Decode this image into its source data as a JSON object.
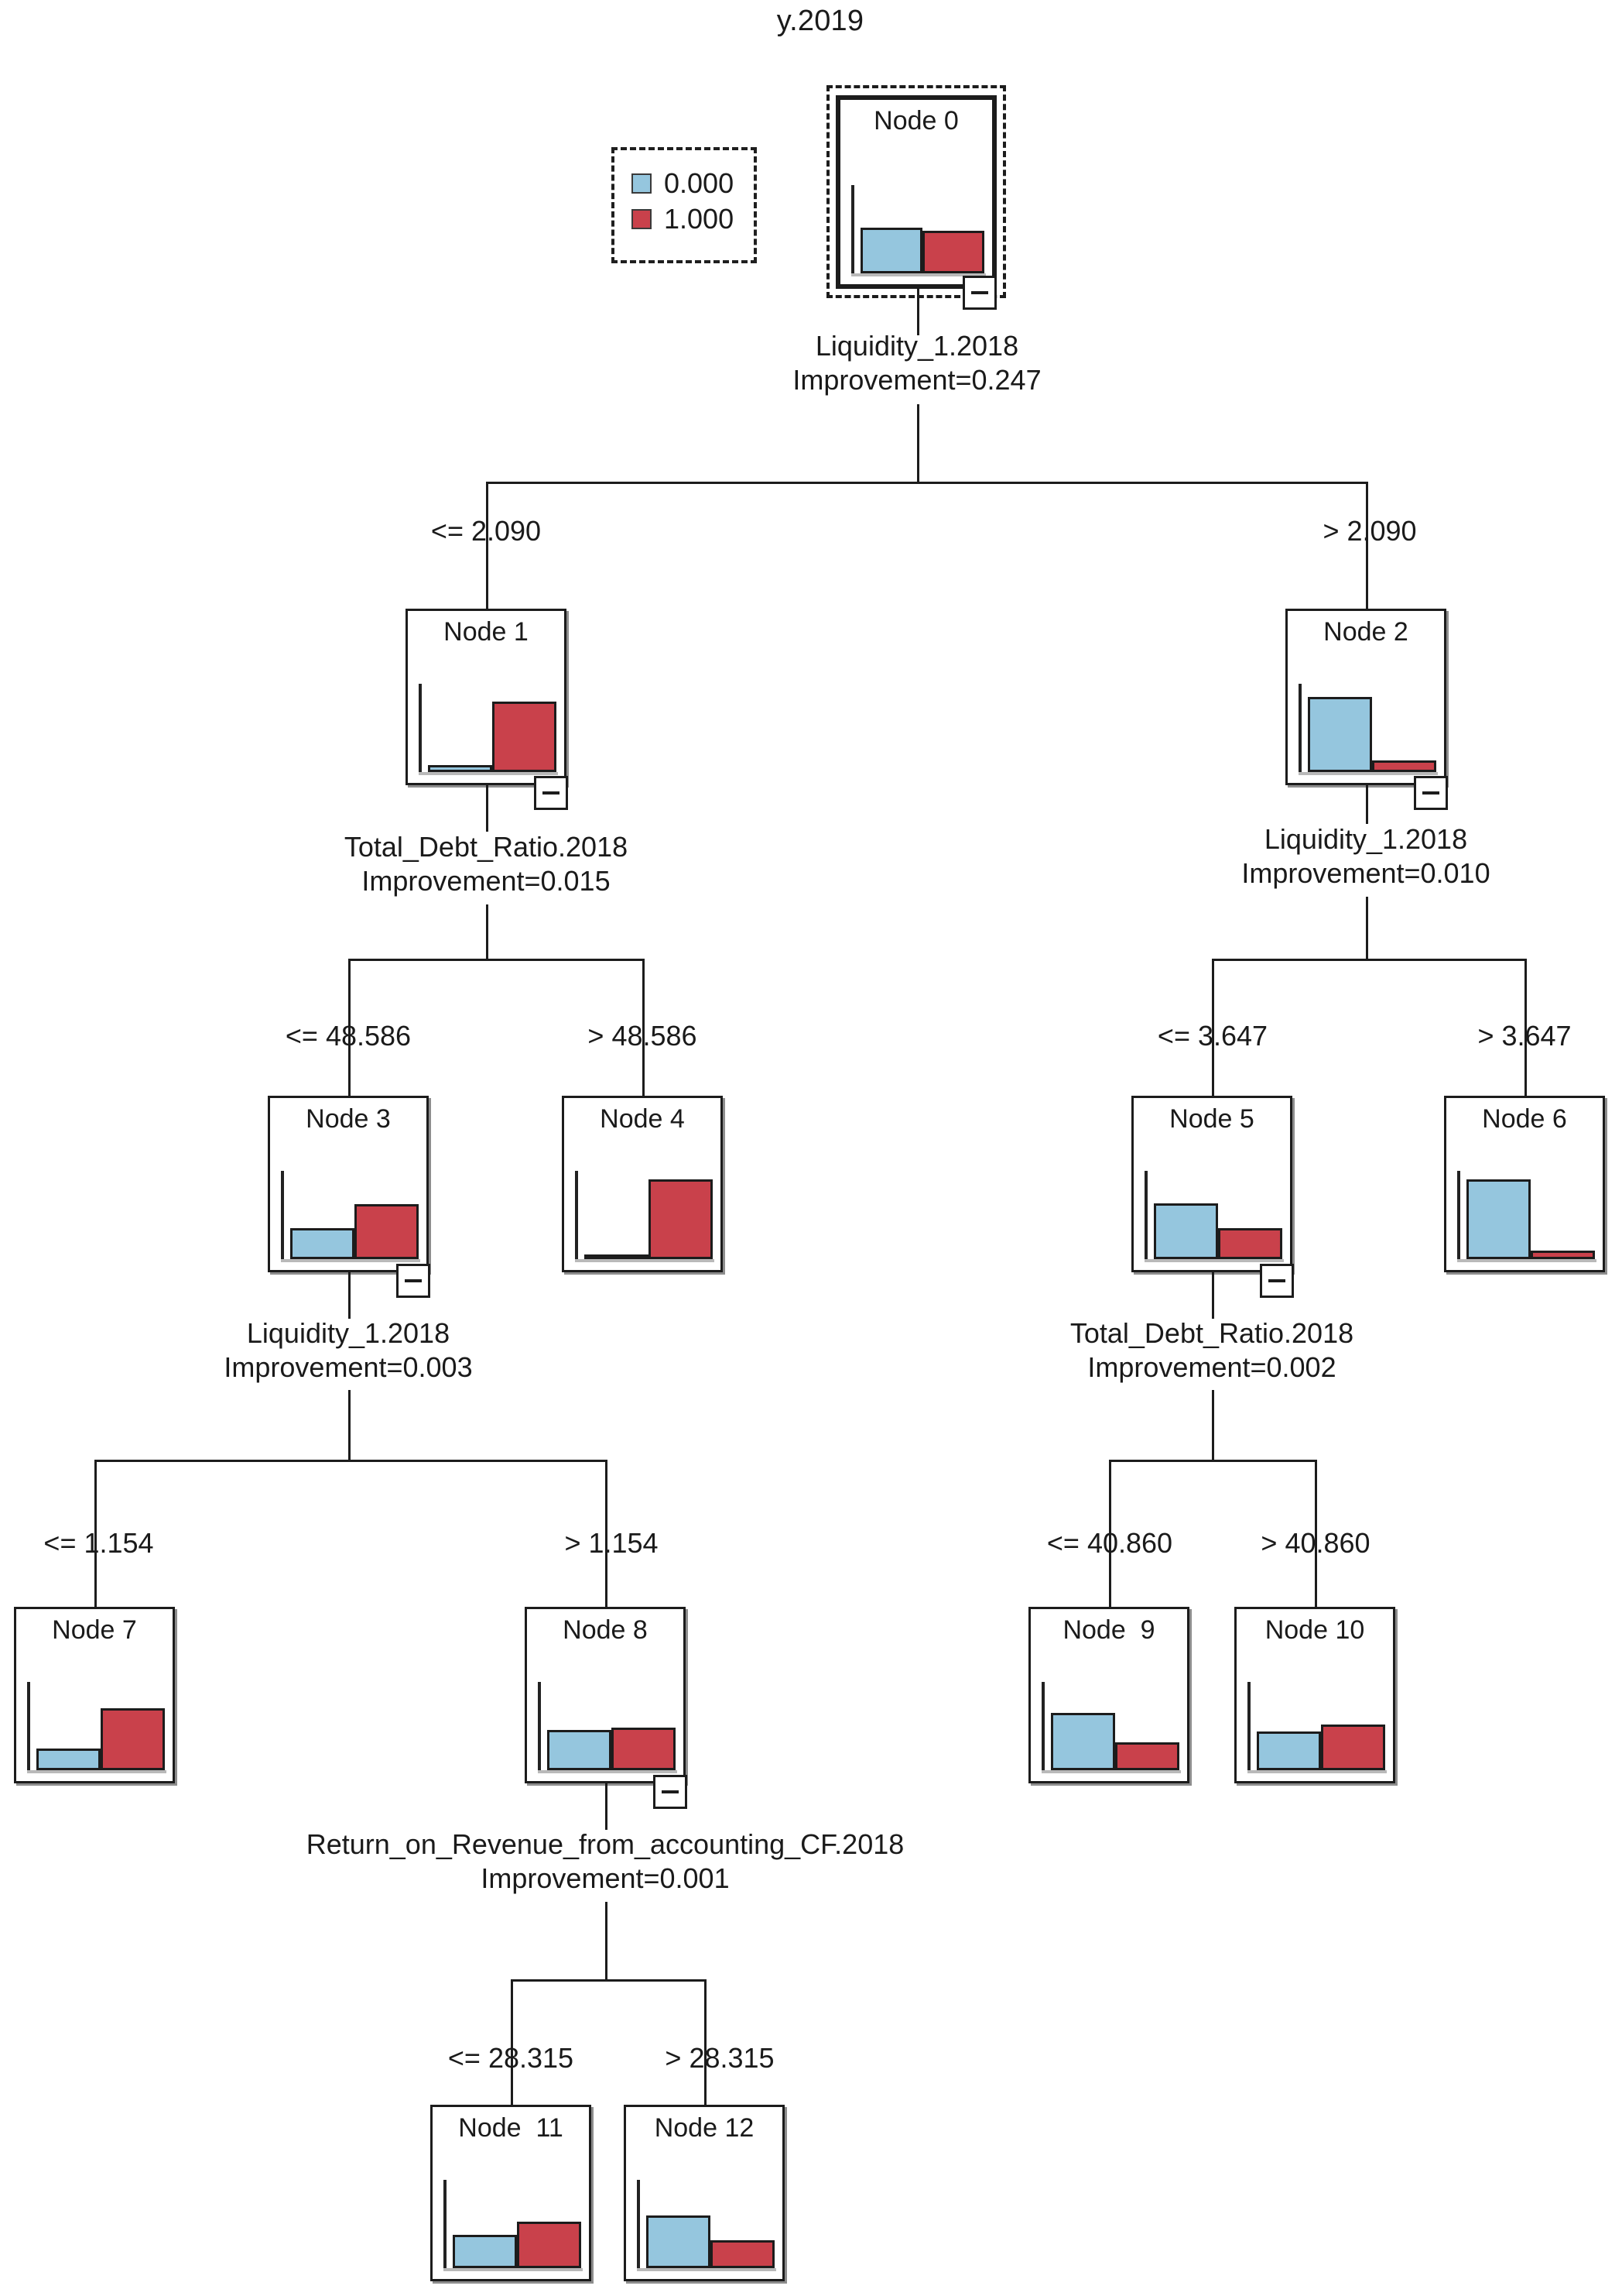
{
  "diagram": {
    "title": "y.2019",
    "type": "decision-tree",
    "legend": {
      "entries": [
        {
          "label": "0.000",
          "color": "#95c6de",
          "swatch": "legend-swatch-blue"
        },
        {
          "label": "1.000",
          "color": "#c9414b",
          "swatch": "legend-swatch-red"
        }
      ]
    },
    "colors": {
      "class_0": "#95c6de",
      "class_1": "#c9414b",
      "node_border": "#1c1c1c",
      "background": "#ffffff"
    },
    "nodes": [
      {
        "id": "node0",
        "label": "Node 0",
        "bars": [
          52,
          48
        ]
      },
      {
        "id": "node1",
        "label": "Node 1",
        "bars": [
          8,
          80
        ]
      },
      {
        "id": "node2",
        "label": "Node 2",
        "bars": [
          85,
          13
        ]
      },
      {
        "id": "node3",
        "label": "Node 3",
        "bars": [
          35,
          62
        ]
      },
      {
        "id": "node4",
        "label": "Node 4",
        "bars": [
          5,
          90
        ]
      },
      {
        "id": "node5",
        "label": "Node 5",
        "bars": [
          63,
          35
        ]
      },
      {
        "id": "node6",
        "label": "Node 6",
        "bars": [
          90,
          10
        ]
      },
      {
        "id": "node7",
        "label": "Node 7",
        "bars": [
          25,
          70
        ]
      },
      {
        "id": "node8",
        "label": "Node 8",
        "bars": [
          46,
          48
        ]
      },
      {
        "id": "node9",
        "label": "Node  9",
        "bars": [
          65,
          32
        ]
      },
      {
        "id": "node10",
        "label": "Node 10",
        "bars": [
          44,
          52
        ]
      },
      {
        "id": "node11",
        "label": "Node  11",
        "bars": [
          38,
          53
        ]
      },
      {
        "id": "node12",
        "label": "Node 12",
        "bars": [
          60,
          32
        ]
      }
    ],
    "splits": [
      {
        "id": "split0",
        "parent": "node0",
        "variable": "Liquidity_1.2018",
        "improvement": "Improvement=0.247",
        "branches": [
          "<= 2.090",
          "> 2.090"
        ]
      },
      {
        "id": "split1",
        "parent": "node1",
        "variable": "Total_Debt_Ratio.2018",
        "improvement": "Improvement=0.015",
        "branches": [
          "<= 48.586",
          "> 48.586"
        ]
      },
      {
        "id": "split2",
        "parent": "node2",
        "variable": "Liquidity_1.2018",
        "improvement": "Improvement=0.010",
        "branches": [
          "<= 3.647",
          "> 3.647"
        ]
      },
      {
        "id": "split3",
        "parent": "node3",
        "variable": "Liquidity_1.2018",
        "improvement": "Improvement=0.003",
        "branches": [
          "<= 1.154",
          "> 1.154"
        ]
      },
      {
        "id": "split5",
        "parent": "node5",
        "variable": "Total_Debt_Ratio.2018",
        "improvement": "Improvement=0.002",
        "branches": [
          "<= 40.860",
          "> 40.860"
        ]
      },
      {
        "id": "split8",
        "parent": "node8",
        "variable": "Return_on_Revenue_from_accounting_CF.2018",
        "improvement": "Improvement=0.001",
        "branches": [
          "<= 28.315",
          "> 28.315"
        ]
      }
    ]
  },
  "chart_data": {
    "type": "bar",
    "title": "y.2019",
    "legend_position": "top-left",
    "categories": [
      "0.000",
      "1.000"
    ],
    "series_colors": [
      "#95c6de",
      "#c9414b"
    ],
    "ylabel": "",
    "xlabel": "",
    "ylim": [
      0,
      100
    ],
    "grid": false,
    "nodes": [
      {
        "node": "Node 0",
        "values": [
          52,
          48
        ]
      },
      {
        "node": "Node 1",
        "values": [
          8,
          80
        ]
      },
      {
        "node": "Node 2",
        "values": [
          85,
          13
        ]
      },
      {
        "node": "Node 3",
        "values": [
          35,
          62
        ]
      },
      {
        "node": "Node 4",
        "values": [
          5,
          90
        ]
      },
      {
        "node": "Node 5",
        "values": [
          63,
          35
        ]
      },
      {
        "node": "Node 6",
        "values": [
          90,
          10
        ]
      },
      {
        "node": "Node 7",
        "values": [
          25,
          70
        ]
      },
      {
        "node": "Node 8",
        "values": [
          46,
          48
        ]
      },
      {
        "node": "Node  9",
        "values": [
          65,
          32
        ]
      },
      {
        "node": "Node 10",
        "values": [
          44,
          52
        ]
      },
      {
        "node": "Node  11",
        "values": [
          38,
          53
        ]
      },
      {
        "node": "Node 12",
        "values": [
          60,
          32
        ]
      }
    ]
  }
}
